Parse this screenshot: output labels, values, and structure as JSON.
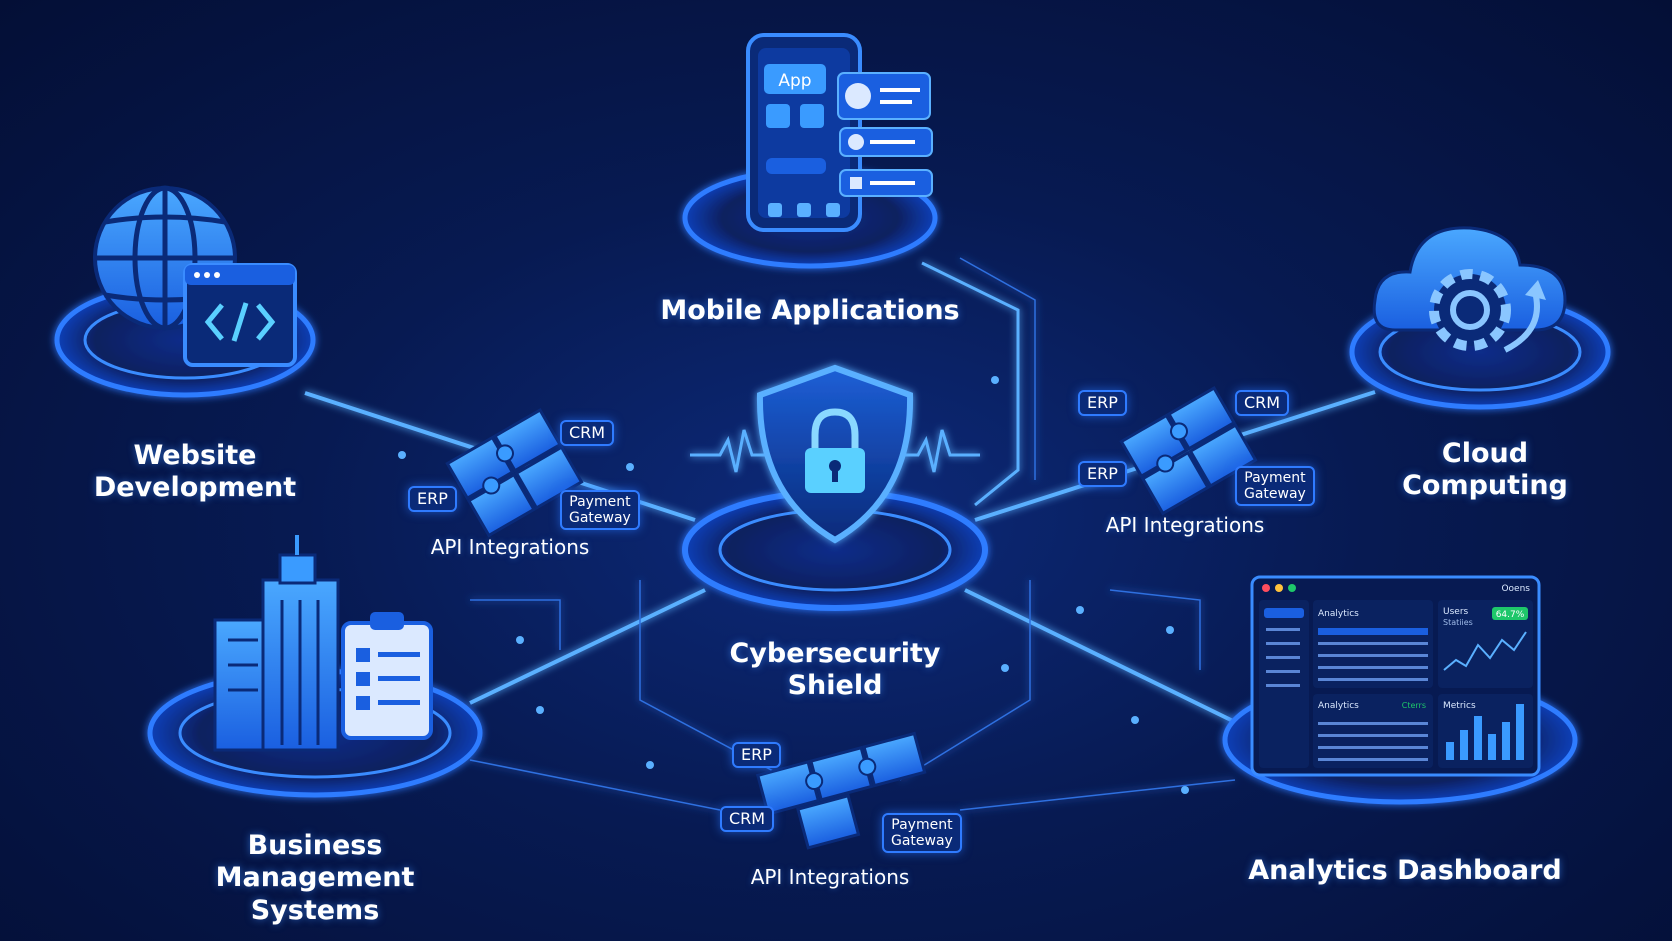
{
  "nodes": {
    "center": "Cybersecurity\nShield",
    "mobile": "Mobile Applications",
    "website": "Website\nDevelopment",
    "cloud": "Cloud\nComputing",
    "business": "Business Management\nSystems",
    "analytics": "Analytics Dashboard"
  },
  "api_groups": [
    {
      "label": "API Integrations",
      "erp": "ERP",
      "crm": "CRM",
      "payment": "Payment\nGateway"
    },
    {
      "label": "API Integrations",
      "erp": "ERP",
      "erp2": "ERP",
      "crm": "CRM",
      "payment": "Payment\nGateway"
    },
    {
      "label": "API Integrations",
      "erp": "ERP",
      "crm": "CRM",
      "payment": "Payment\nGateway"
    }
  ],
  "phone": {
    "app_label": "App"
  },
  "dashboard": {
    "menu_label": "Ooens",
    "analytics_title": "Analytics",
    "users_title": "Users",
    "users_sub": "Statiies",
    "badge": "64.7%",
    "analytics2_title": "Analytics",
    "analytics2_badge": "Cterrs",
    "metrics_title": "Metrics"
  },
  "colors": {
    "accent": "#2f7bff",
    "glow": "#5ab0ff",
    "bg": "#071a52",
    "green": "#1ec76a"
  }
}
